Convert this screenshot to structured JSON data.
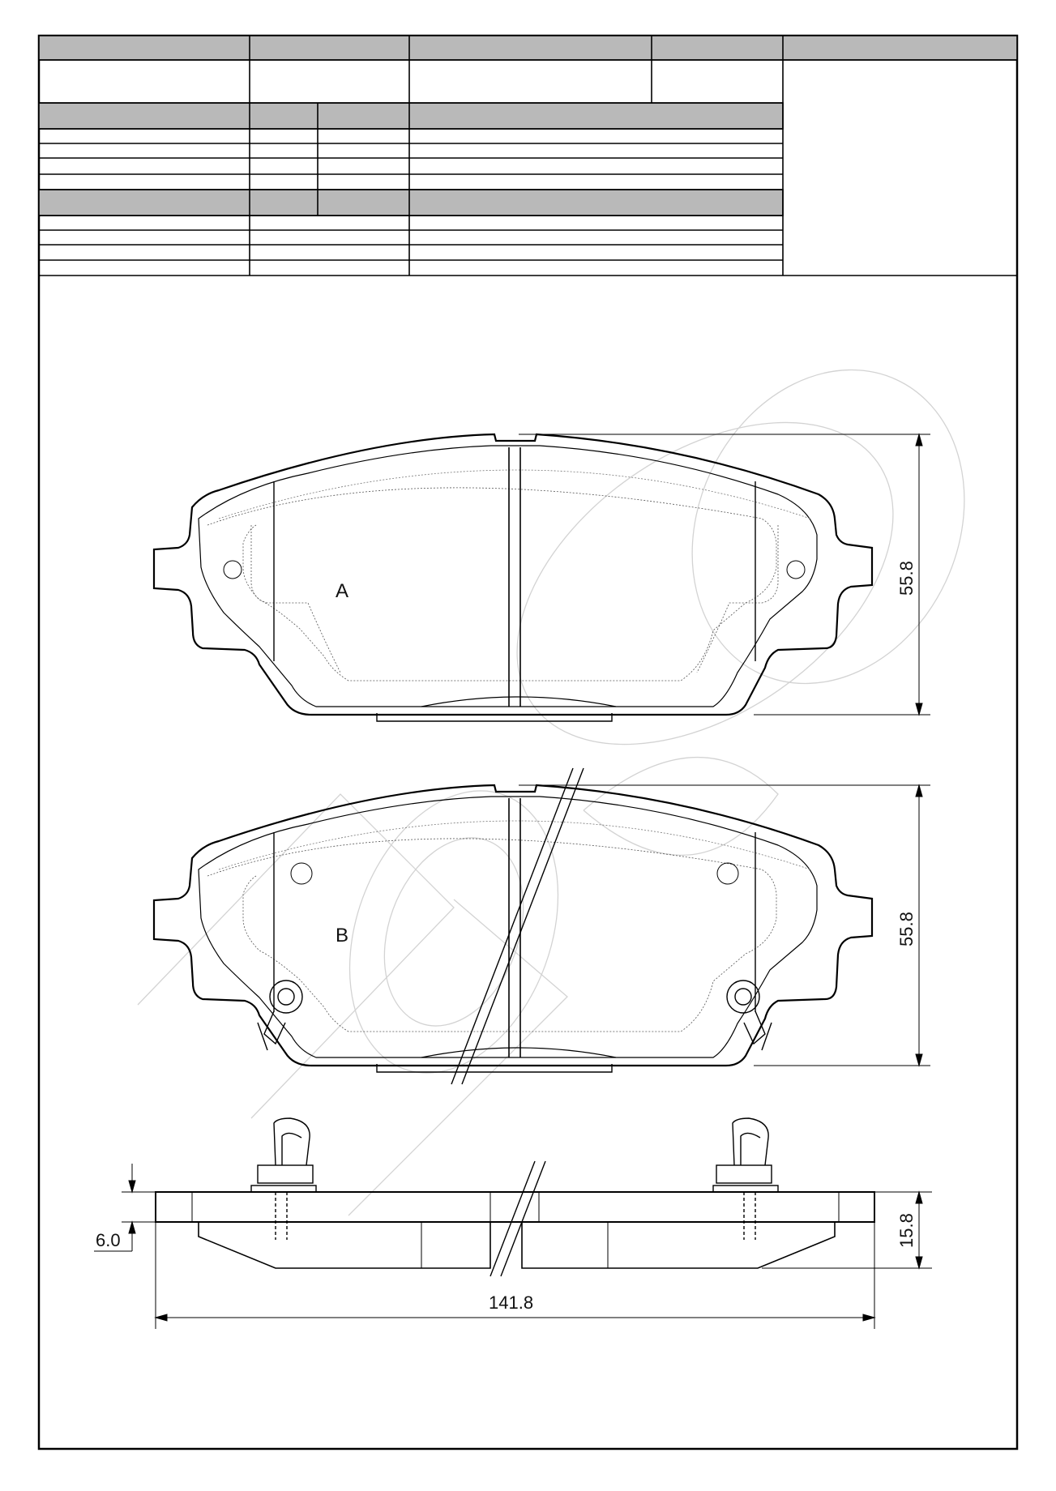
{
  "drawing": {
    "views": {
      "pad_a": {
        "label": "A",
        "height": "55.8"
      },
      "pad_b": {
        "label": "B",
        "height": "55.8"
      },
      "side": {
        "thickness": "15.8",
        "backplate": "6.0",
        "width": "141.8"
      }
    }
  },
  "colors": {
    "header_fill": "#b9b9b9",
    "line": "#000000",
    "watermark": "#d0d0d0"
  }
}
